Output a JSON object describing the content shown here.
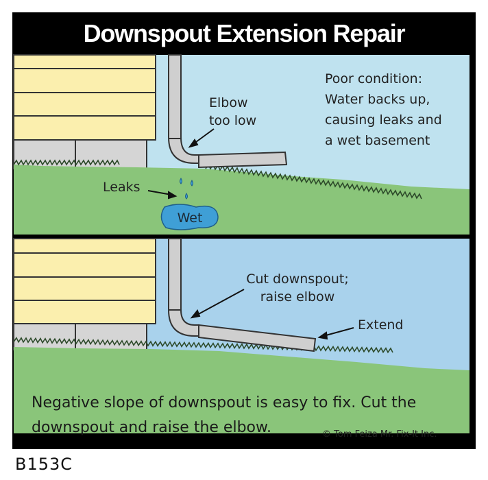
{
  "title": "Downspout Extension Repair",
  "top_panel": {
    "condition_lines": [
      "Poor condition:",
      "Water backs up,",
      "causing leaks and",
      "a wet basement"
    ],
    "elbow_label_lines": [
      "Elbow",
      "too low"
    ],
    "leaks_label": "Leaks",
    "wet_label": "Wet"
  },
  "bottom_panel": {
    "cut_label_lines": [
      "Cut downspout;",
      "raise elbow"
    ],
    "extend_label": "Extend",
    "caption_lines": [
      "Negative slope of downspout is easy to fix. Cut the",
      "downspout and raise the elbow."
    ]
  },
  "credit": "© Tom Feiza Mr. Fix-It Inc.",
  "code": "B153C",
  "colors": {
    "sky_top": "#bfe2ef",
    "sky_bottom": "#a9d2ec",
    "grass": "#8ac57a",
    "siding": "#fbefae",
    "foundation": "#d5d5d5",
    "pipe": "#cfcfcf",
    "water": "#3f9fd6",
    "frame": "#000000"
  }
}
